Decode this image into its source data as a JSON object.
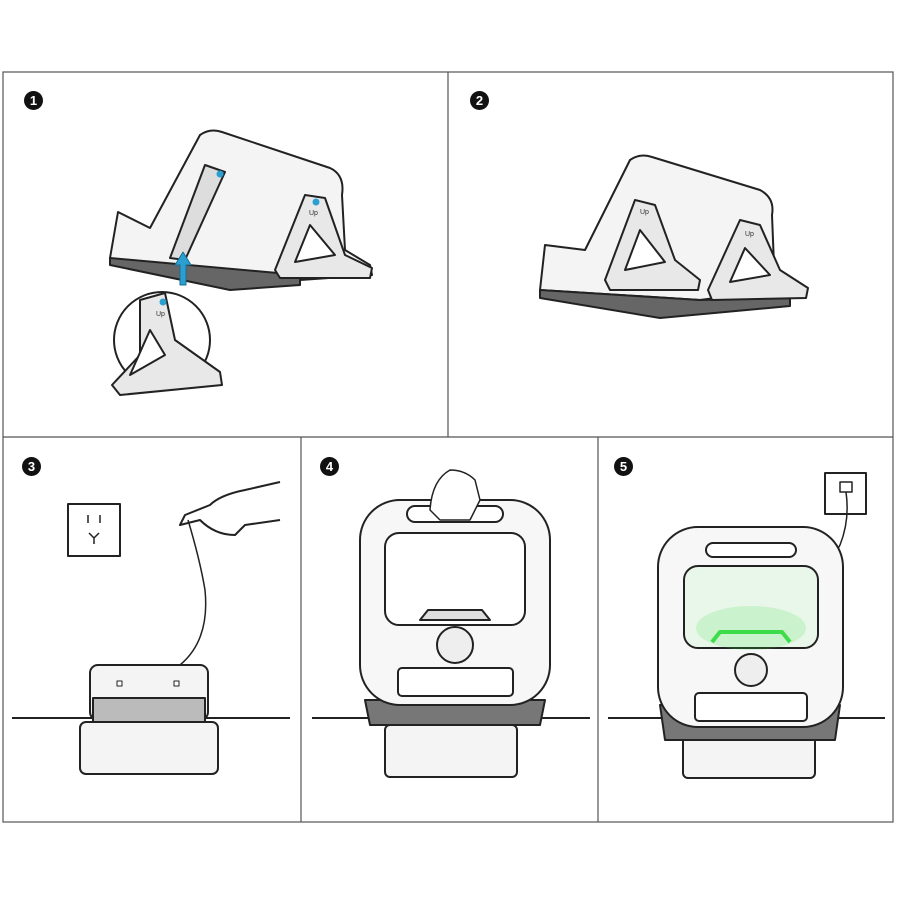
{
  "steps": [
    {
      "number": "1",
      "labels": [
        "Up",
        "Up"
      ]
    },
    {
      "number": "2"
    },
    {
      "number": "3"
    },
    {
      "number": "4"
    },
    {
      "number": "5"
    }
  ],
  "colors": {
    "accent_blue": "#2a9fd0",
    "indicator_green": "#3ddc4a",
    "line": "#222222"
  }
}
